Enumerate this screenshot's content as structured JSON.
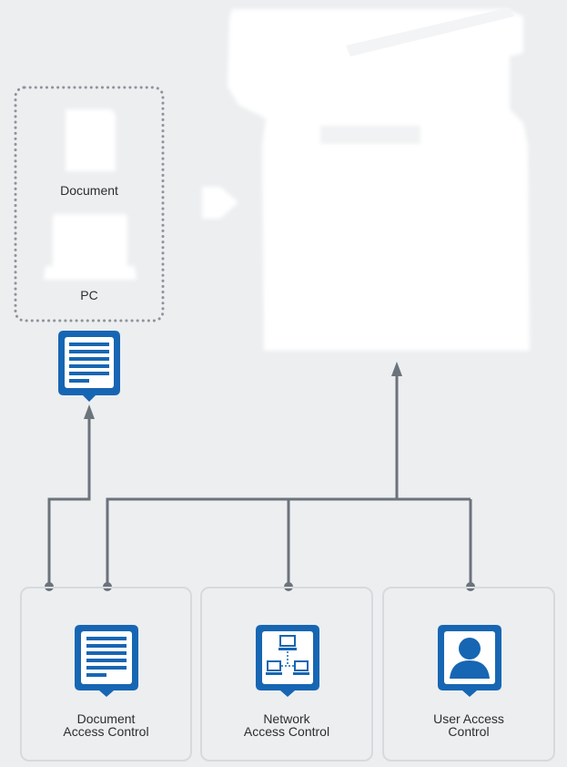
{
  "source": {
    "document_label": "Document",
    "pc_label": "PC"
  },
  "panels": [
    {
      "id": "document",
      "line1": "Document",
      "line2": "Access Control",
      "icon": "document-icon"
    },
    {
      "id": "network",
      "line1": "Network",
      "line2": "Access Control",
      "icon": "network-icon"
    },
    {
      "id": "user",
      "line1": "User Access",
      "line2": "Control",
      "icon": "user-icon"
    }
  ],
  "colors": {
    "background": "#eceef0",
    "connector": "#6b737b",
    "icon_blue": "#1766b3",
    "silhouette": "#ffffff",
    "panel_border": "#d7dadd",
    "dotted_border": "#8e949a"
  }
}
